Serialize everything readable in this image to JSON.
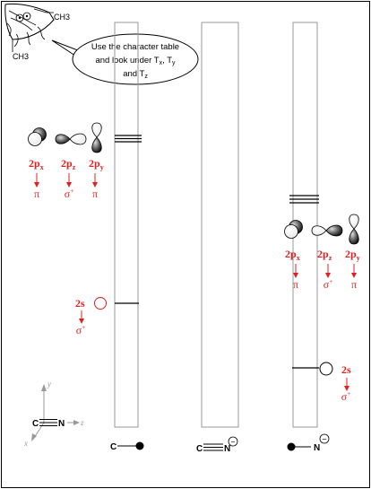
{
  "callout": {
    "line1": "Use the character table",
    "line2": "and look under T",
    "line2_subs": [
      "x",
      "y"
    ],
    "line3": "and T",
    "line3_sub": "z"
  },
  "mascot": {
    "label_top": "CH3",
    "label_bottom": "CH3"
  },
  "left_fragment": {
    "orbitals": [
      {
        "label": "2p",
        "sub": "x",
        "arrow": "↓",
        "symmetry": "π"
      },
      {
        "label": "2p",
        "sub": "z",
        "arrow": "↓",
        "symmetry": "σ+"
      },
      {
        "label": "2p",
        "sub": "y",
        "arrow": "↓",
        "symmetry": "π"
      }
    ],
    "s_orbital": {
      "label": "2s",
      "arrow": "↓",
      "symmetry": "σ+"
    },
    "caption": "C"
  },
  "middle": {
    "caption": "C≡N",
    "charge": "−"
  },
  "right_fragment": {
    "orbitals": [
      {
        "label": "2p",
        "sub": "x",
        "arrow": "↓",
        "symmetry": "π"
      },
      {
        "label": "2p",
        "sub": "z",
        "arrow": "↓",
        "symmetry": "σ+"
      },
      {
        "label": "2p",
        "sub": "y",
        "arrow": "↓",
        "symmetry": "π"
      }
    ],
    "s_orbital": {
      "label": "2s",
      "arrow": "↓",
      "symmetry": "σ+"
    },
    "caption": "N",
    "charge": "−"
  },
  "axes": {
    "x": "x",
    "y": "y",
    "z": "z",
    "molecule_c": "C",
    "molecule_n": "N"
  }
}
